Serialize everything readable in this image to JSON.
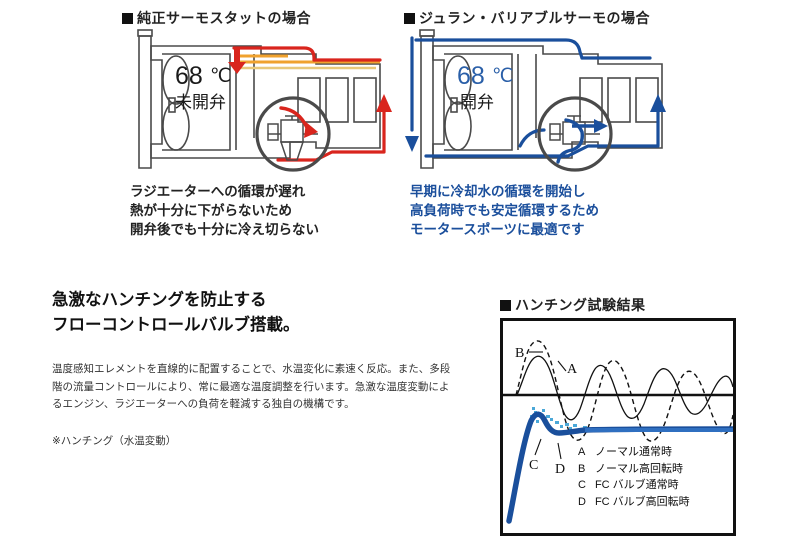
{
  "top": {
    "left_panel": {
      "heading": "純正サーモスタットの場合",
      "temp_value": "68",
      "temp_unit": "℃",
      "valve_state": "未開弁",
      "caption_lines": [
        "ラジエーターへの循環が遅れ",
        "熱が十分に下がらないため",
        "開弁後でも十分に冷え切らない"
      ],
      "flow_color": "#d9251d",
      "caption_color": "#222222"
    },
    "right_panel": {
      "heading": "ジュラン・バリアブルサーモの場合",
      "temp_value": "68",
      "temp_unit": "℃",
      "valve_state": "開弁",
      "caption_lines": [
        "早期に冷却水の循環を開始し",
        "高負荷時でも安定循環するため",
        "モータースポーツに最適です"
      ],
      "flow_color": "#1a4f9c",
      "caption_color": "#1b4f9c"
    }
  },
  "bottom": {
    "heading_lines": [
      "急激なハンチングを防止する",
      "フローコントロールバルブ搭載。"
    ],
    "body": "温度感知エレメントを直線的に配置することで、水温変化に素速く反応。また、多段階の流量コントロールにより、常に最適な温度調整を行います。急激な温度変動によるエンジン、ラジエーターへの負荷を軽減する独自の機構です。",
    "note": "※ハンチング（水温変動）"
  },
  "chart_panel": {
    "heading": "ハンチング試験結果"
  },
  "chart_data": {
    "type": "line",
    "title": "ハンチング試験結果",
    "xlabel": "",
    "ylabel": "",
    "grid": false,
    "legend_position": "inside-bottom-right",
    "annotations": [
      {
        "label": "A",
        "x": 0.3,
        "y": 0.8
      },
      {
        "label": "B",
        "x": 0.1,
        "y": 0.85
      },
      {
        "label": "C",
        "x": 0.14,
        "y": 0.18
      },
      {
        "label": "D",
        "x": 0.25,
        "y": 0.12
      }
    ],
    "reference_line_y": 0.52,
    "legend": [
      {
        "key": "A",
        "label": "ノーマル通常時"
      },
      {
        "key": "B",
        "label": "ノーマル高回転時"
      },
      {
        "key": "C",
        "label": "FC バルブ通常時"
      },
      {
        "key": "D",
        "label": "FC バルブ高回転時"
      }
    ],
    "series": [
      {
        "name": "A",
        "style": "solid-thin-black",
        "color": "#111111",
        "x": [
          0.04,
          0.07,
          0.1,
          0.13,
          0.17,
          0.21,
          0.25,
          0.29,
          0.33,
          0.37,
          0.41,
          0.45,
          0.49,
          0.53,
          0.57,
          0.61,
          0.65,
          0.69,
          0.73,
          0.77,
          0.81,
          0.85,
          0.89,
          0.93,
          0.97
        ],
        "y": [
          0.52,
          0.62,
          0.74,
          0.8,
          0.78,
          0.68,
          0.56,
          0.45,
          0.38,
          0.42,
          0.52,
          0.64,
          0.72,
          0.7,
          0.6,
          0.49,
          0.42,
          0.46,
          0.55,
          0.65,
          0.7,
          0.64,
          0.54,
          0.47,
          0.49
        ]
      },
      {
        "name": "B",
        "style": "dashed-black",
        "color": "#111111",
        "x": [
          0.04,
          0.07,
          0.1,
          0.13,
          0.16,
          0.19,
          0.23,
          0.27,
          0.31,
          0.35,
          0.39,
          0.43,
          0.47,
          0.51,
          0.55,
          0.59,
          0.63,
          0.67,
          0.71,
          0.75,
          0.79,
          0.83,
          0.87,
          0.91,
          0.95,
          0.99
        ],
        "y": [
          0.52,
          0.68,
          0.84,
          0.92,
          0.88,
          0.72,
          0.5,
          0.3,
          0.18,
          0.26,
          0.46,
          0.68,
          0.84,
          0.86,
          0.7,
          0.48,
          0.3,
          0.26,
          0.42,
          0.62,
          0.78,
          0.8,
          0.64,
          0.46,
          0.36,
          0.44
        ]
      },
      {
        "name": "C",
        "style": "solid-thick-blue",
        "color": "#1a4f9c",
        "x": [
          0.0,
          0.04,
          0.08,
          0.11,
          0.14,
          0.18,
          0.22,
          0.26,
          0.3,
          0.4,
          0.55,
          0.7,
          0.85,
          1.0
        ],
        "y": [
          -0.3,
          0.02,
          0.28,
          0.4,
          0.41,
          0.37,
          0.35,
          0.36,
          0.365,
          0.365,
          0.365,
          0.365,
          0.365,
          0.365
        ]
      },
      {
        "name": "D",
        "style": "light-blue-scatter",
        "color": "#4aa8d8",
        "x": [
          0.09,
          0.11,
          0.13,
          0.15,
          0.17,
          0.2,
          0.23,
          0.26,
          0.29,
          0.33
        ],
        "y": [
          0.46,
          0.48,
          0.45,
          0.43,
          0.4,
          0.39,
          0.4,
          0.38,
          0.37,
          0.37
        ]
      }
    ]
  }
}
